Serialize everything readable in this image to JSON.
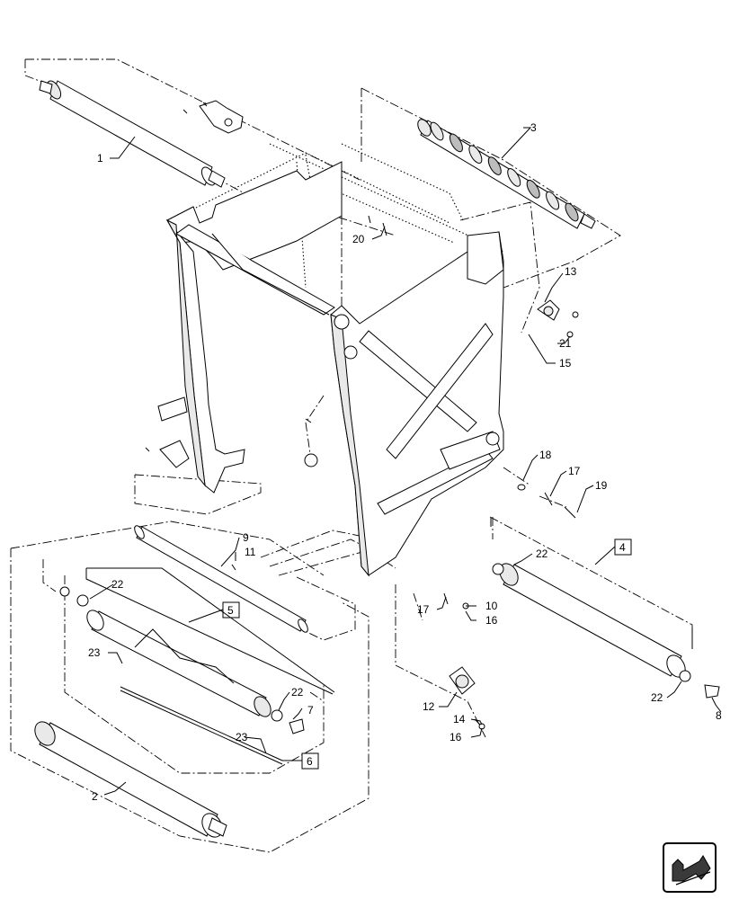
{
  "callouts": {
    "c1": "1",
    "c2": "2",
    "c3": "3",
    "c4": "4",
    "c5": "5",
    "c6": "6",
    "c7": "7",
    "c8": "8",
    "c9": "9",
    "c10": "10",
    "c11": "11",
    "c12": "12",
    "c13": "13",
    "c14": "14",
    "c15": "15",
    "c16a": "16",
    "c16b": "16",
    "c17a": "17",
    "c17b": "17",
    "c18": "18",
    "c19": "19",
    "c20": "20",
    "c21": "21",
    "c22a": "22",
    "c22b": "22",
    "c22c": "22",
    "c22d": "22",
    "c23a": "23",
    "c23b": "23"
  },
  "nav_icon": "next-page-arrow-icon",
  "colors": {
    "line": "#000000",
    "shade": "#e9e9e9",
    "mid": "#bdbdbd"
  }
}
